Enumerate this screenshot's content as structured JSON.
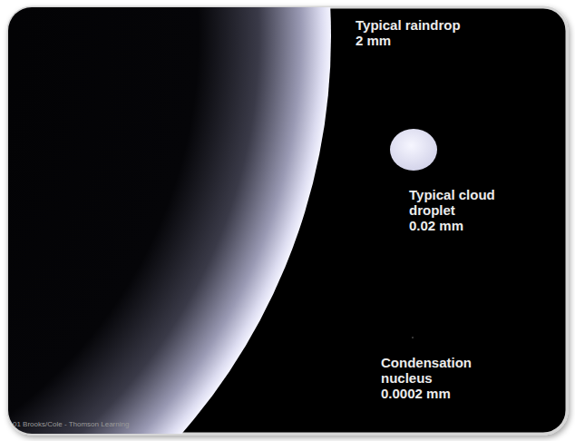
{
  "diagram": {
    "labels": [
      "Typical raindrop",
      "2 mm",
      "Typical cloud droplet",
      "0.02 mm",
      "Condensation nucleus",
      "0.0002 mm",
      "01 Brooks/Cole - Thomson Learning"
    ]
  }
}
